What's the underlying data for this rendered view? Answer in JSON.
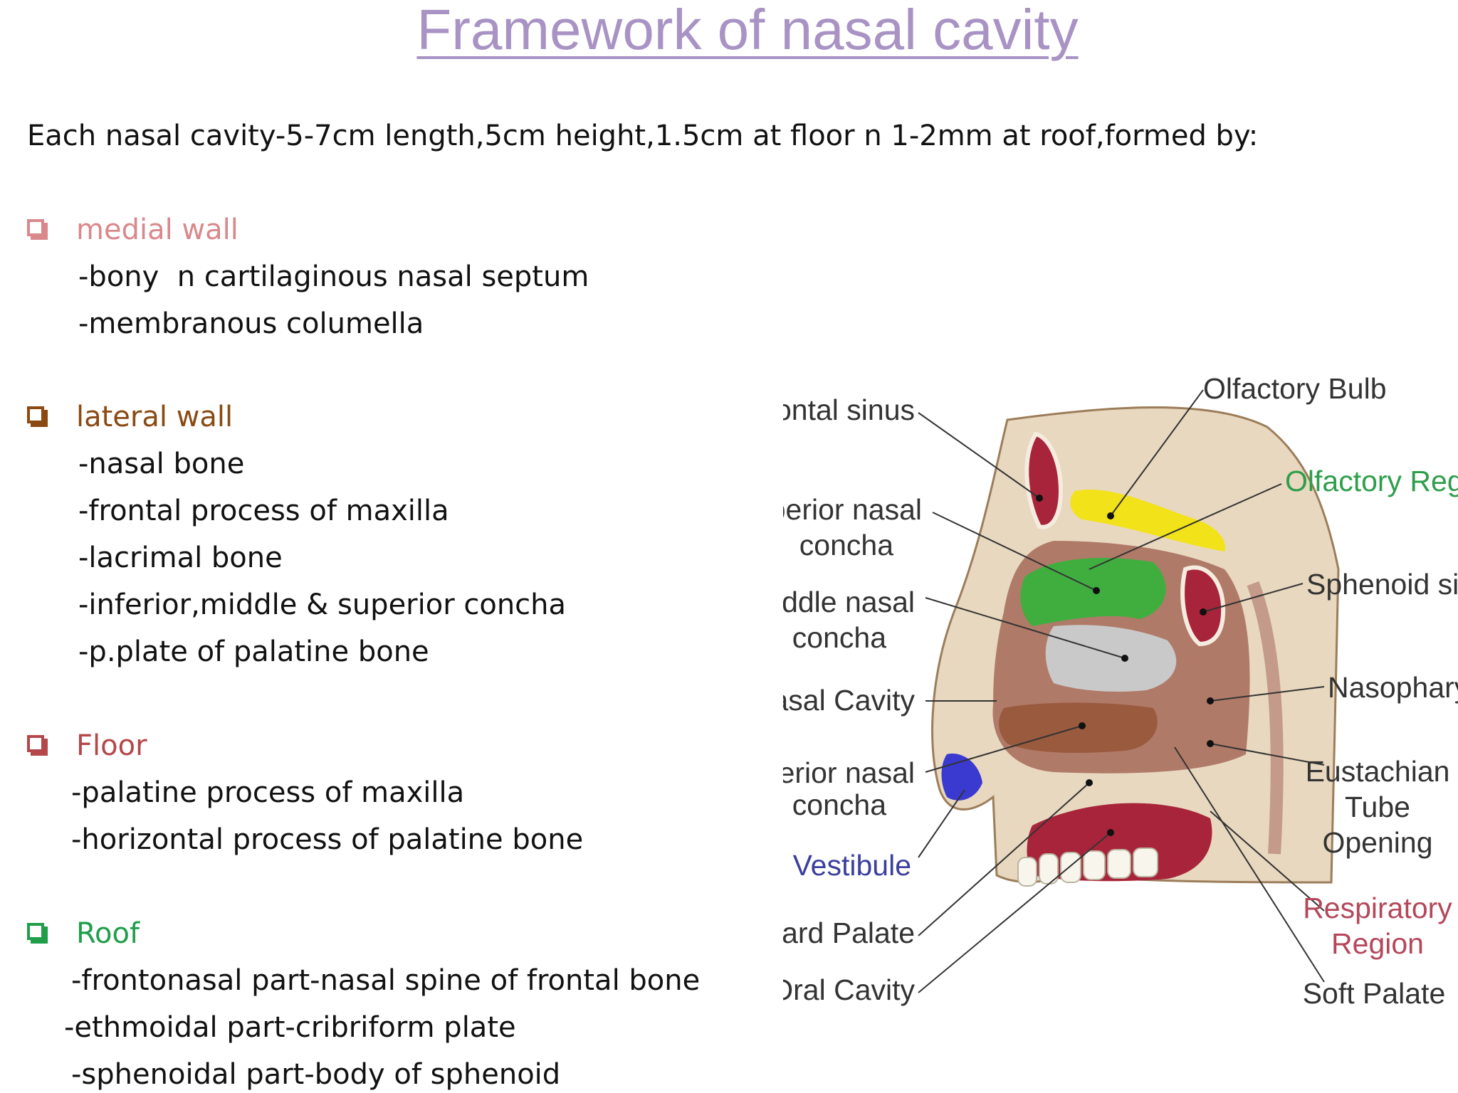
{
  "title": "Framework of nasal cavity",
  "intro": "Each nasal cavity-5-7cm length,5cm height,1.5cm at floor n 1-2mm at roof,formed by:",
  "sections": [
    {
      "heading": "medial wall",
      "color": "#d9888c",
      "items": [
        "-bony  n cartilaginous nasal septum",
        "-membranous columella"
      ]
    },
    {
      "heading": "lateral wall",
      "color": "#8a4a12",
      "items": [
        "-nasal bone",
        "-frontal process of maxilla",
        "-lacrimal bone",
        "-inferior,middle & superior concha",
        "-p.plate of palatine bone"
      ]
    },
    {
      "heading": "Floor",
      "color": "#b5474b",
      "items": [
        "-palatine process of maxilla",
        "-horizontal process of palatine bone"
      ]
    },
    {
      "heading": "Roof",
      "color": "#1f9e4a",
      "items": [
        "-frontonasal part-nasal spine of frontal bone",
        "-ethmoidal part-cribriform plate",
        "-sphenoidal part-body of sphenoid"
      ]
    }
  ],
  "diagram": {
    "labels": {
      "frontal_sinus": "Frontal sinus",
      "superior_nasal_1": "Superior nasal",
      "superior_nasal_2": "concha",
      "middle_nasal_1": "Middle nasal",
      "middle_nasal_2": "concha",
      "nasal_cavity": "Nasal Cavity",
      "inferior_nasal_1": "Inferior nasal",
      "inferior_nasal_2": "concha",
      "vestibule": "Vestibule",
      "hard_palate": "Hard Palate",
      "oral_cavity": "Oral Cavity",
      "olfactory_bulb": "Olfactory Bulb",
      "olfactory_region": "Olfactory Region",
      "sphenoid_sinus": "Sphenoid sinus",
      "nasopharynx": "Nasopharynx",
      "eustachian_1": "Eustachian",
      "eustachian_2": "Tube",
      "eustachian_3": "Opening",
      "respiratory_1": "Respiratory",
      "respiratory_2": "Region",
      "soft_palate": "Soft Palate"
    },
    "colors": {
      "label": "#333333",
      "olfactory_region": "#2e9e4a",
      "vestibule": "#3b3f9e",
      "respiratory_region": "#b5475a",
      "bone": "#e8d8bf",
      "sinus": "#a8243a",
      "cavity": "#b07a68",
      "olfactory_bulb": "#f2e21a",
      "superior_concha": "#3fae3f",
      "middle_concha": "#c9c9c9",
      "inferior_concha": "#9a5a3e",
      "vestibule_area": "#3a3ad0"
    }
  }
}
